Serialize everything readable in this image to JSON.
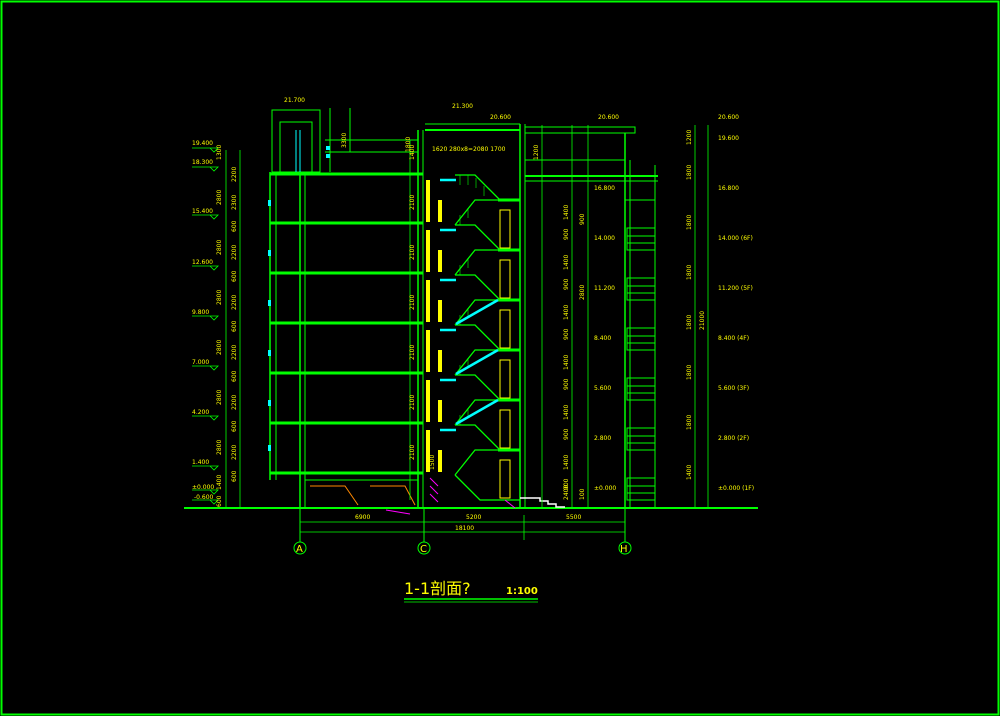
{
  "drawing": {
    "title": "1-1剖面?",
    "scale": "1:100",
    "colors": {
      "background": "#000000",
      "frame": "#00ff00",
      "wall": "#00ff00",
      "slab": "#00ffff",
      "text": "#ffff00",
      "white": "#ffffff"
    },
    "left_elevations": [
      "19.400",
      "18.300",
      "15.400",
      "12.600",
      "9.800",
      "7.000",
      "4.200",
      "1.400",
      "±0.000",
      "-0.600"
    ],
    "top_labels": [
      "21.700",
      "21.300",
      "20.600",
      "20.600",
      "20.600"
    ],
    "right_elevations": [
      "19.600",
      "16.800",
      "14.000 (6F)",
      "11.200 (5F)",
      "8.400 (4F)",
      "5.600 (3F)",
      "2.800 (2F)",
      "±0.000 (1F)"
    ],
    "mid_elevations": [
      "16.800",
      "14.000",
      "11.200",
      "8.400",
      "5.600",
      "2.800",
      "±0.000"
    ],
    "stair_label": "1620 280x8=2080 1700",
    "bottom_dims": [
      "6900",
      "5200",
      "5500"
    ],
    "overall_dim": "18100",
    "grid_axes": [
      "A",
      "C",
      "H"
    ],
    "left_storey_dims": [
      "1300",
      "2800",
      "2800",
      "2800",
      "2800",
      "2800",
      "2800",
      "1400",
      "600"
    ],
    "left_inner_dims": [
      "2300",
      "600",
      "2200",
      "600",
      "2200",
      "600",
      "2200",
      "600",
      "2200",
      "600",
      "2200",
      "600",
      "2200"
    ],
    "stair_vertical_dims": [
      "2100",
      "2100",
      "2100",
      "2100",
      "2100",
      "2100",
      "1400"
    ],
    "right_col_dims": [
      "1200",
      "1800",
      "1800",
      "1800",
      "1800",
      "1800",
      "1800",
      "1400"
    ],
    "right_inner_dims": [
      "1400",
      "900",
      "1400",
      "900",
      "1400",
      "900",
      "1400",
      "900",
      "1400",
      "900",
      "1400",
      "900"
    ],
    "small_labels": [
      "3300",
      "1800",
      "900",
      "2800",
      "21000",
      "1200",
      "2400",
      "100",
      "1500"
    ]
  }
}
